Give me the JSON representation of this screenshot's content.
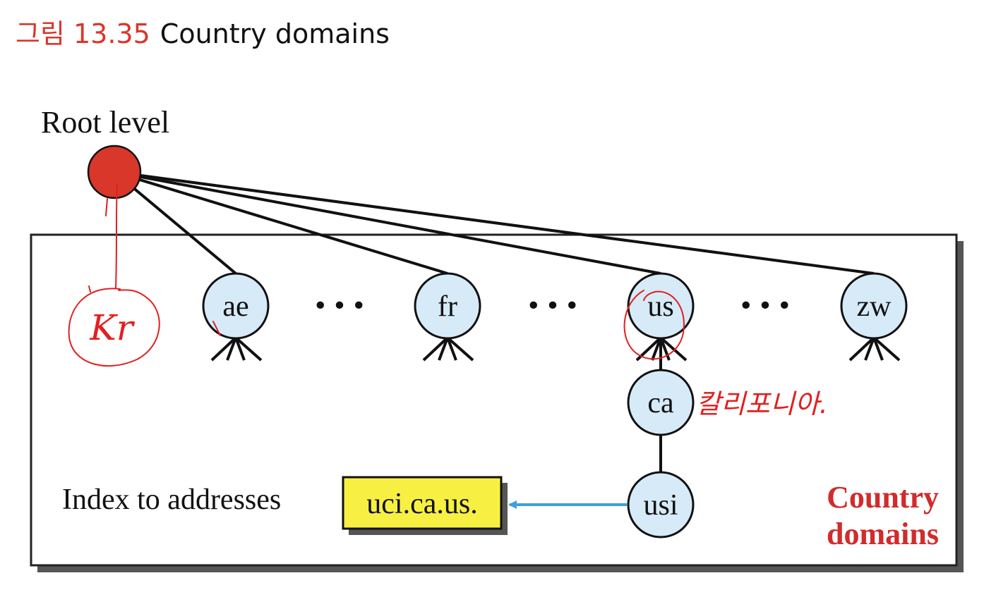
{
  "figure": {
    "number": "그림 13.35",
    "caption": "Country domains"
  },
  "diagram": {
    "root_label": "Root level",
    "nodes": [
      "ae",
      "fr",
      "us",
      "zw"
    ],
    "ellipsis": "•••",
    "child_nodes": [
      "ca",
      "usi"
    ],
    "index_label": "Index to addresses",
    "address_box": "uci.ca.us.",
    "region_label_line1": "Country",
    "region_label_line2": "domains"
  },
  "annotations": {
    "handwritten_kr": "Kr",
    "handwritten_note": "칼리포니아."
  },
  "colors": {
    "root_fill": "#d9372a",
    "node_fill": "#d6eaf8",
    "address_fill": "#f7f043",
    "arrow": "#3aa0e0",
    "region_label": "#d22b2b",
    "title_accent": "#d9372a",
    "ink": "#e12020"
  }
}
